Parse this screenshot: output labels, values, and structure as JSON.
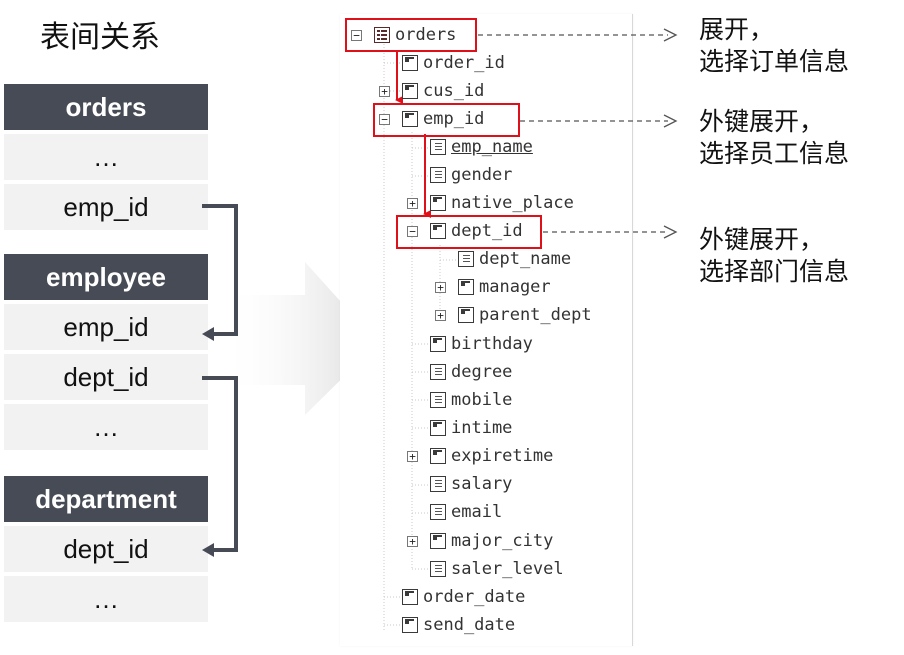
{
  "title": "表间关系",
  "tables": [
    {
      "name": "orders",
      "rows": [
        "…",
        "emp_id"
      ]
    },
    {
      "name": "employee",
      "rows": [
        "emp_id",
        "dept_id",
        "…"
      ]
    },
    {
      "name": "department",
      "rows": [
        "dept_id",
        "…"
      ]
    }
  ],
  "tree": {
    "nodes": [
      {
        "label": "orders",
        "icon": "table-icon",
        "toggle": "minus"
      },
      {
        "label": "order_id",
        "icon": "key-icon",
        "toggle": ""
      },
      {
        "label": "cus_id",
        "icon": "key-icon",
        "toggle": "plus"
      },
      {
        "label": "emp_id",
        "icon": "key-icon",
        "toggle": "minus"
      },
      {
        "label": "emp_name",
        "icon": "field-icon",
        "toggle": ""
      },
      {
        "label": "gender",
        "icon": "field-icon",
        "toggle": ""
      },
      {
        "label": "native_place",
        "icon": "key-icon",
        "toggle": "plus"
      },
      {
        "label": "dept_id",
        "icon": "key-icon",
        "toggle": "minus"
      },
      {
        "label": "dept_name",
        "icon": "field-icon",
        "toggle": ""
      },
      {
        "label": "manager",
        "icon": "key-icon",
        "toggle": "plus"
      },
      {
        "label": "parent_dept",
        "icon": "key-icon",
        "toggle": "plus"
      },
      {
        "label": "birthday",
        "icon": "key-icon",
        "toggle": ""
      },
      {
        "label": "degree",
        "icon": "field-icon",
        "toggle": ""
      },
      {
        "label": "mobile",
        "icon": "field-icon",
        "toggle": ""
      },
      {
        "label": "intime",
        "icon": "key-icon",
        "toggle": ""
      },
      {
        "label": "expiretime",
        "icon": "key-icon",
        "toggle": "plus"
      },
      {
        "label": "salary",
        "icon": "field-icon",
        "toggle": ""
      },
      {
        "label": "email",
        "icon": "field-icon",
        "toggle": ""
      },
      {
        "label": "major_city",
        "icon": "key-icon",
        "toggle": "plus"
      },
      {
        "label": "saler_level",
        "icon": "field-icon",
        "toggle": ""
      },
      {
        "label": "order_date",
        "icon": "key-icon",
        "toggle": ""
      },
      {
        "label": "send_date",
        "icon": "key-icon",
        "toggle": ""
      }
    ]
  },
  "notes": [
    {
      "line1": "展开，",
      "line2": "选择订单信息"
    },
    {
      "line1": "外键展开，",
      "line2": "选择员工信息"
    },
    {
      "line1": "外键展开，",
      "line2": "选择部门信息"
    }
  ],
  "colors": {
    "header": "#474b55",
    "cell": "#f2f2f2",
    "highlight": "#e0101a",
    "connector": "#474b55"
  }
}
